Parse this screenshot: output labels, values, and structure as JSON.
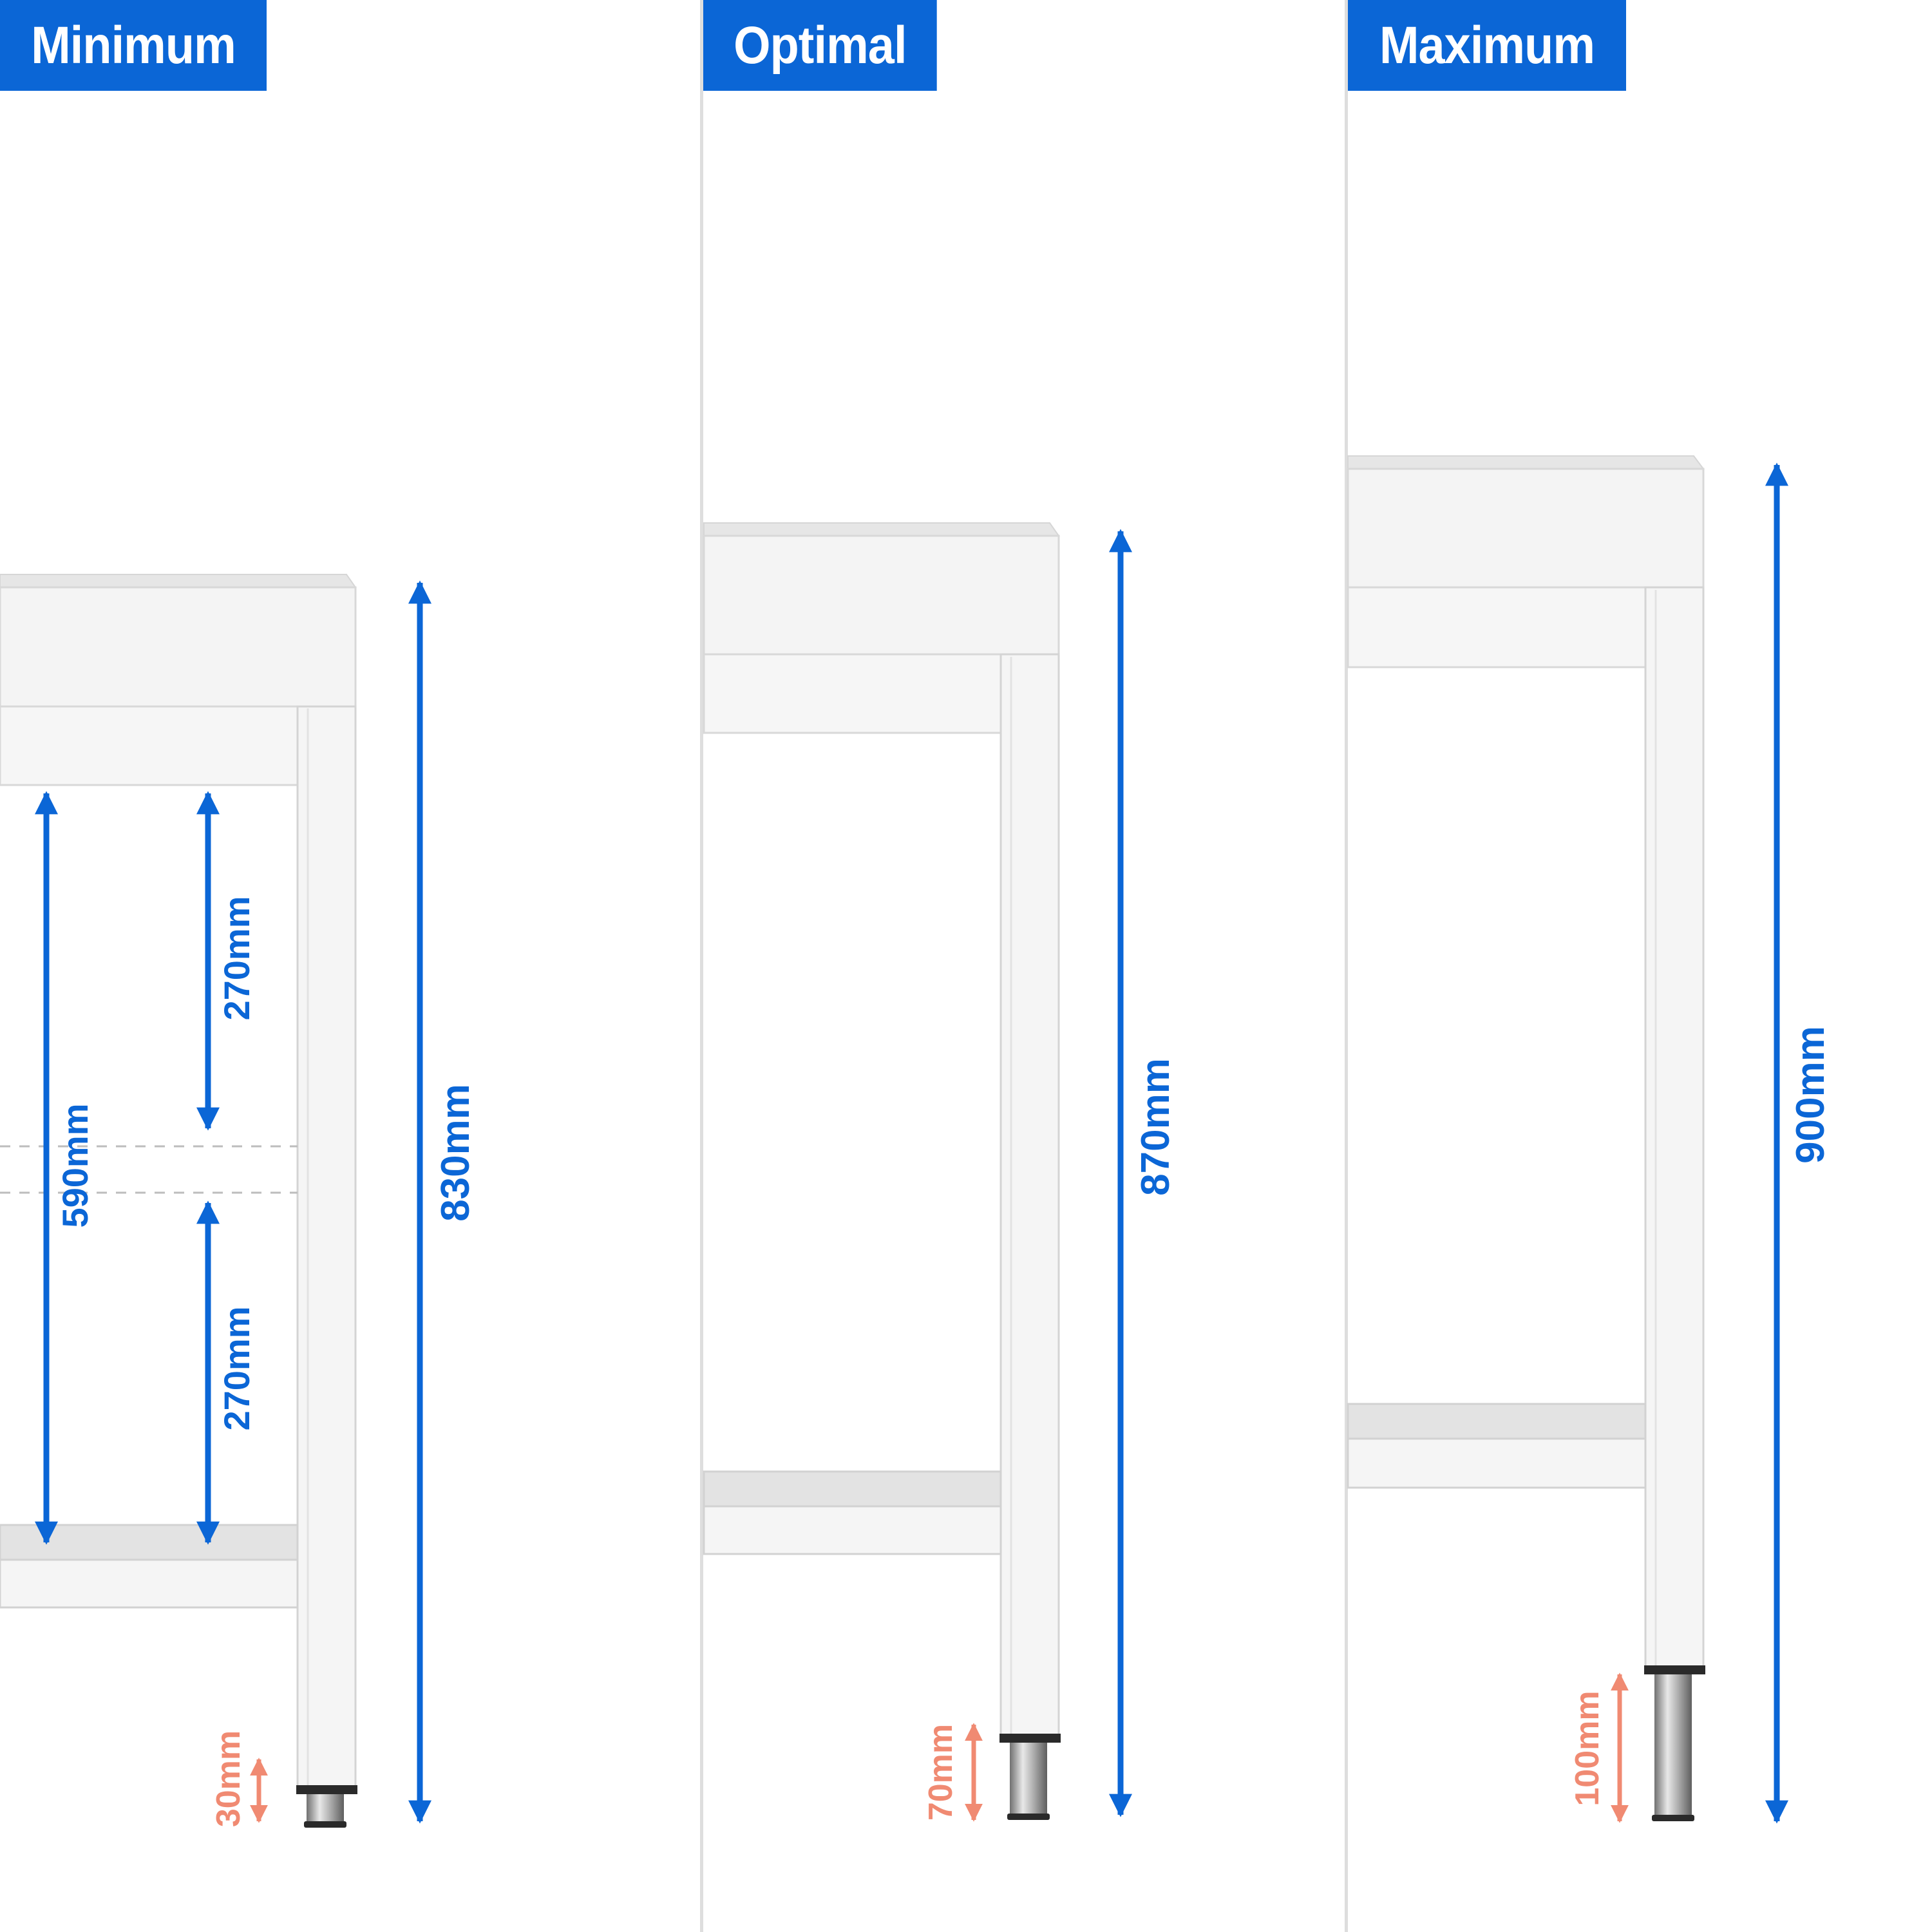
{
  "panels": [
    {
      "title": "Minimum",
      "total_height": "830mm",
      "foot_adjust": "30mm"
    },
    {
      "title": "Optimal",
      "total_height": "870mm",
      "foot_adjust": "70mm"
    },
    {
      "title": "Maximum",
      "total_height": "900mm",
      "foot_adjust": "100mm"
    }
  ],
  "minimum_inner": {
    "clearance": "590mm",
    "upper_gap": "270mm",
    "lower_gap": "270mm"
  },
  "colors": {
    "accent": "#0b66d6",
    "adjust": "#f08a72",
    "frame": "#f2f2f2",
    "divider": "#dedede"
  }
}
